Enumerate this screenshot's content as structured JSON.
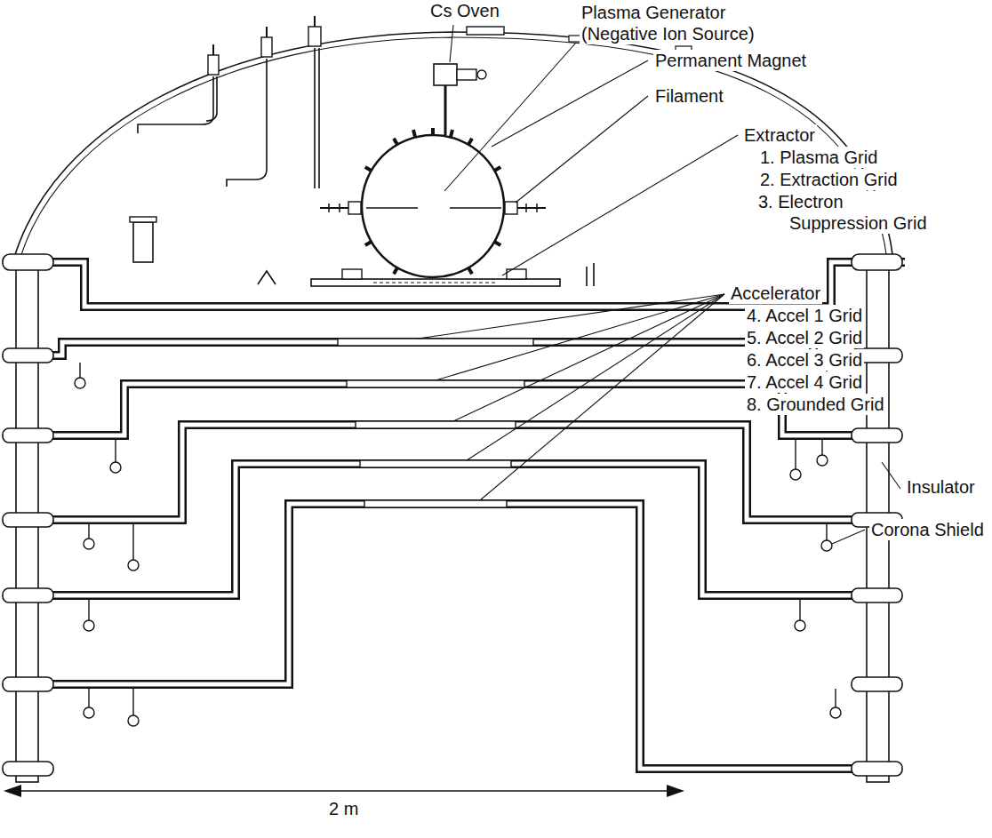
{
  "diagram": {
    "labels": [
      "Cs Oven",
      "Plasma Generator (Negative Ion Source)",
      "Permanent Magnet",
      "Filament",
      "Extractor",
      "1. Plasma Grid",
      "2. Extraction Grid",
      "3. Electron Suppression Grid",
      "Accelerator",
      "4. Accel 1 Grid",
      "5. Accel 2 Grid",
      "6. Accel 3 Grid",
      "7. Accel 4 Grid",
      "8. Grounded Grid",
      "Insulator",
      "Corona Shield",
      "2 m"
    ]
  }
}
